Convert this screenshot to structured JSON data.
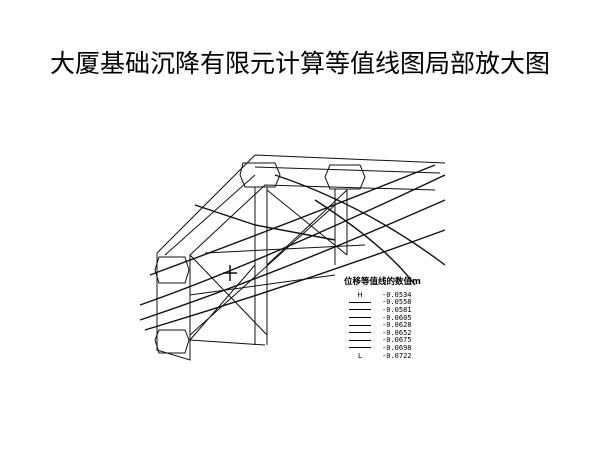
{
  "title": "大厦基础沉降有限元计算等值线图局部放大图",
  "legend": {
    "title": "位移等值线的数值m",
    "rows": [
      {
        "sym": "H",
        "value": "-0.0534"
      },
      {
        "sym": "",
        "value": "-0.0558"
      },
      {
        "sym": "",
        "value": "-0.0581"
      },
      {
        "sym": "",
        "value": "-0.0605"
      },
      {
        "sym": "",
        "value": "-0.0628"
      },
      {
        "sym": "",
        "value": "-0.0652"
      },
      {
        "sym": "",
        "value": "-0.0675"
      },
      {
        "sym": "",
        "value": "-0.0698"
      },
      {
        "sym": "L",
        "value": "-0.0722"
      }
    ]
  }
}
